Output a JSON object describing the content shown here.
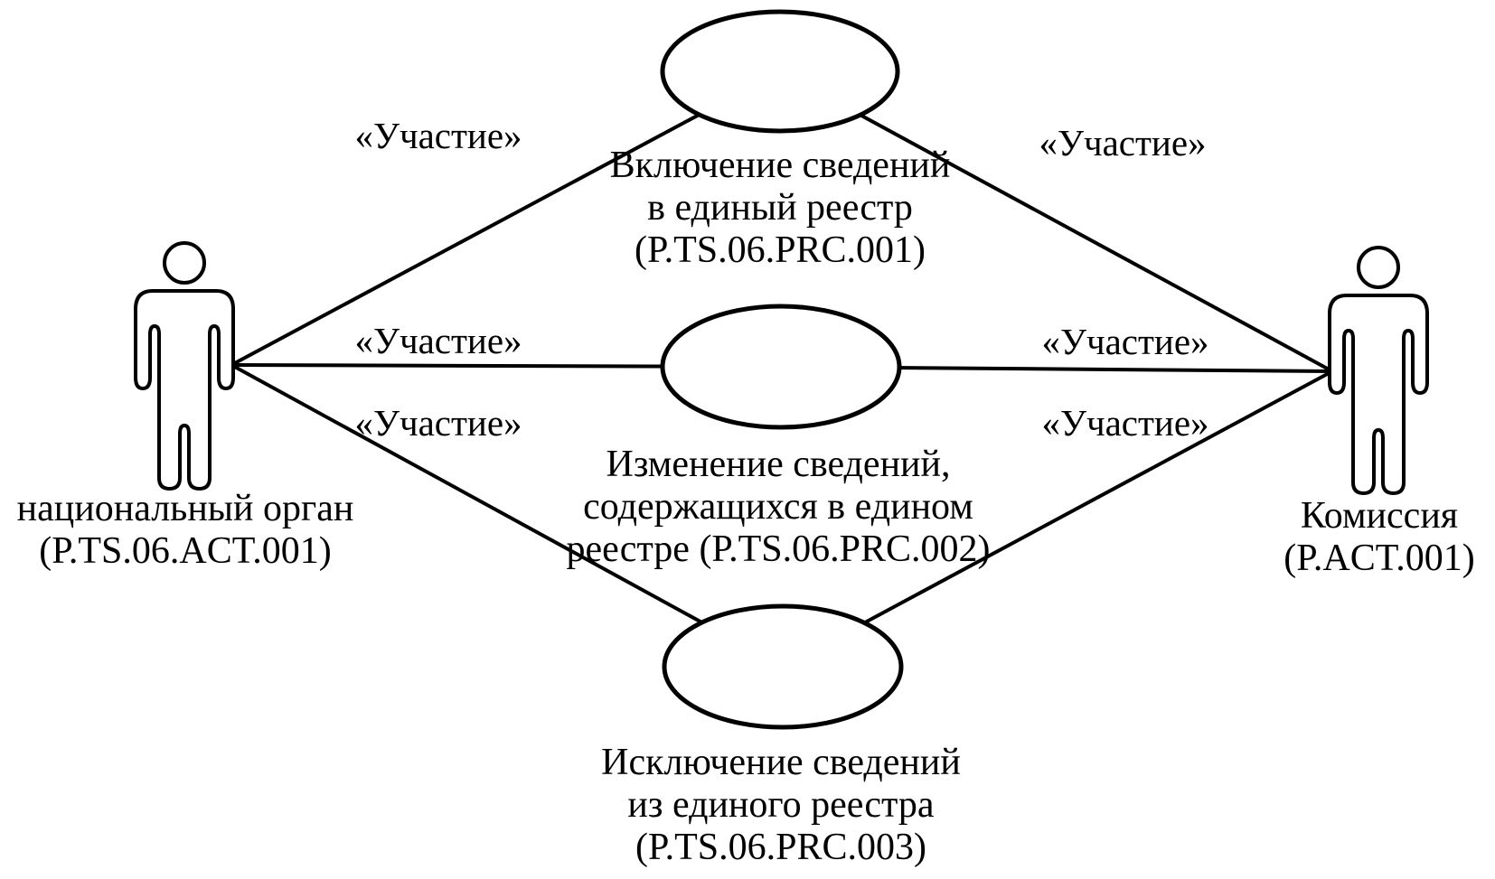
{
  "diagram": {
    "type": "uml-use-case",
    "background_color": "#ffffff",
    "ink_color": "#000000",
    "actors": [
      {
        "id": "national-authority",
        "label_lines": [
          "национальный орган",
          "(P.TS.06.ACT.001)"
        ]
      },
      {
        "id": "commission",
        "label_lines": [
          "Комиссия",
          "(P.ACT.001)"
        ]
      }
    ],
    "use_cases": [
      {
        "id": "P.TS.06.PRC.001",
        "label_lines": [
          "Включение сведений",
          "в единый реестр",
          "(P.TS.06.PRC.001)"
        ]
      },
      {
        "id": "P.TS.06.PRC.002",
        "label_lines": [
          "Изменение сведений,",
          "содержащихся в едином",
          "реестре (P.TS.06.PRC.002)"
        ]
      },
      {
        "id": "P.TS.06.PRC.003",
        "label_lines": [
          "Исключение сведений",
          "из единого реестра",
          "(P.TS.06.PRC.003)"
        ]
      }
    ],
    "associations": [
      {
        "from": "national-authority",
        "to": "P.TS.06.PRC.001",
        "stereotype": "«Участие»"
      },
      {
        "from": "national-authority",
        "to": "P.TS.06.PRC.002",
        "stereotype": "«Участие»"
      },
      {
        "from": "national-authority",
        "to": "P.TS.06.PRC.003",
        "stereotype": "«Участие»"
      },
      {
        "from": "commission",
        "to": "P.TS.06.PRC.001",
        "stereotype": "«Участие»"
      },
      {
        "from": "commission",
        "to": "P.TS.06.PRC.002",
        "stereotype": "«Участие»"
      },
      {
        "from": "commission",
        "to": "P.TS.06.PRC.003",
        "stereotype": "«Участие»"
      }
    ]
  }
}
